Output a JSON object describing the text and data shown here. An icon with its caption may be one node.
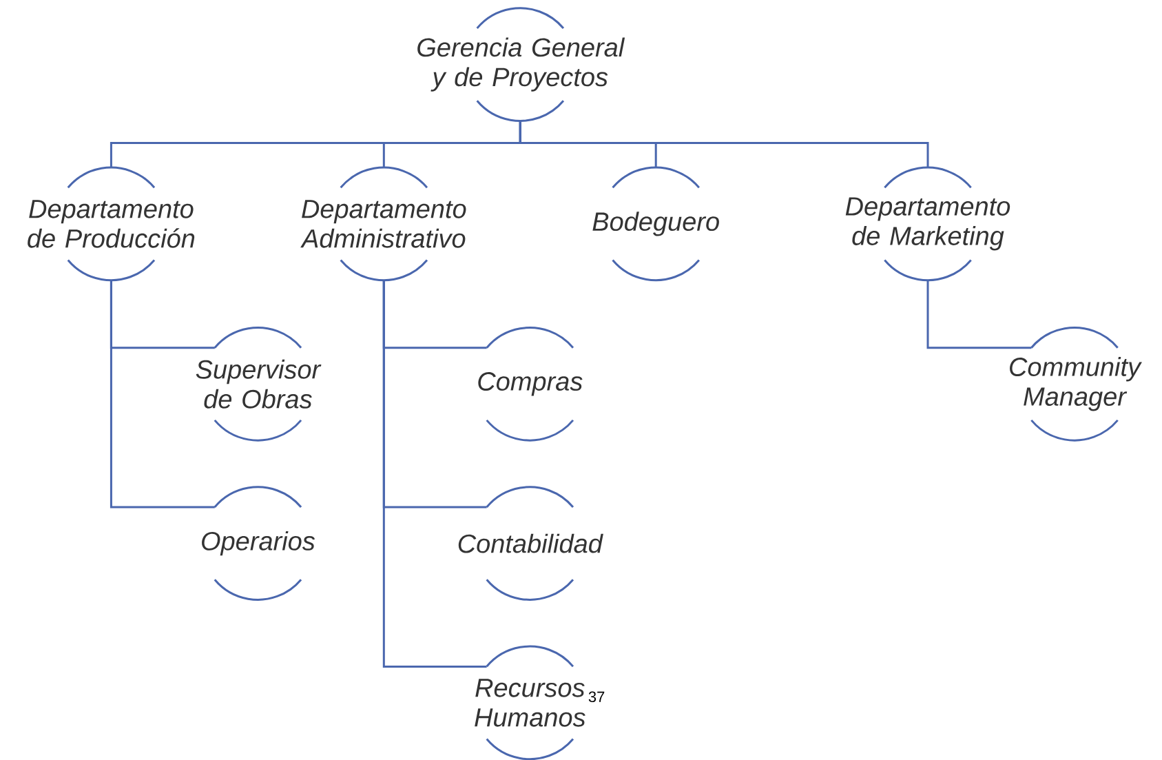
{
  "diagram": {
    "nodes": [
      {
        "text": [
          "Gerencia General y de Proyectos"
        ]
      },
      {
        "text": [
          "Departamento de Producción"
        ]
      },
      {
        "text": [
          "Departamento Administrativo"
        ]
      },
      {
        "text": [
          "Bodeguero"
        ]
      },
      {
        "text": [
          "Departamento de Marketing"
        ]
      },
      {
        "text": [
          "Supervisor de Obras"
        ]
      },
      {
        "text": [
          "Operarios"
        ]
      },
      {
        "text": [
          "Compras"
        ]
      },
      {
        "text": [
          "Contabilidad"
        ]
      },
      {
        "text": [
          "Recursos Humanos"
        ]
      },
      {
        "text": [
          "Community Manager"
        ]
      }
    ],
    "edges": [
      {
        "from": 0,
        "to": 1,
        "arrow": "none"
      },
      {
        "from": 0,
        "to": 2,
        "arrow": "none"
      },
      {
        "from": 0,
        "to": 3,
        "arrow": "none"
      },
      {
        "from": 0,
        "to": 4,
        "arrow": "none"
      },
      {
        "from": 1,
        "to": 5,
        "arrow": "none"
      },
      {
        "from": 1,
        "to": 6,
        "arrow": "none"
      },
      {
        "from": 2,
        "to": 7,
        "arrow": "none"
      },
      {
        "from": 2,
        "to": 8,
        "arrow": "none"
      },
      {
        "from": 2,
        "to": 9,
        "arrow": "none"
      },
      {
        "from": 4,
        "to": 10,
        "arrow": "none"
      }
    ],
    "labels": [
      "37"
    ]
  }
}
